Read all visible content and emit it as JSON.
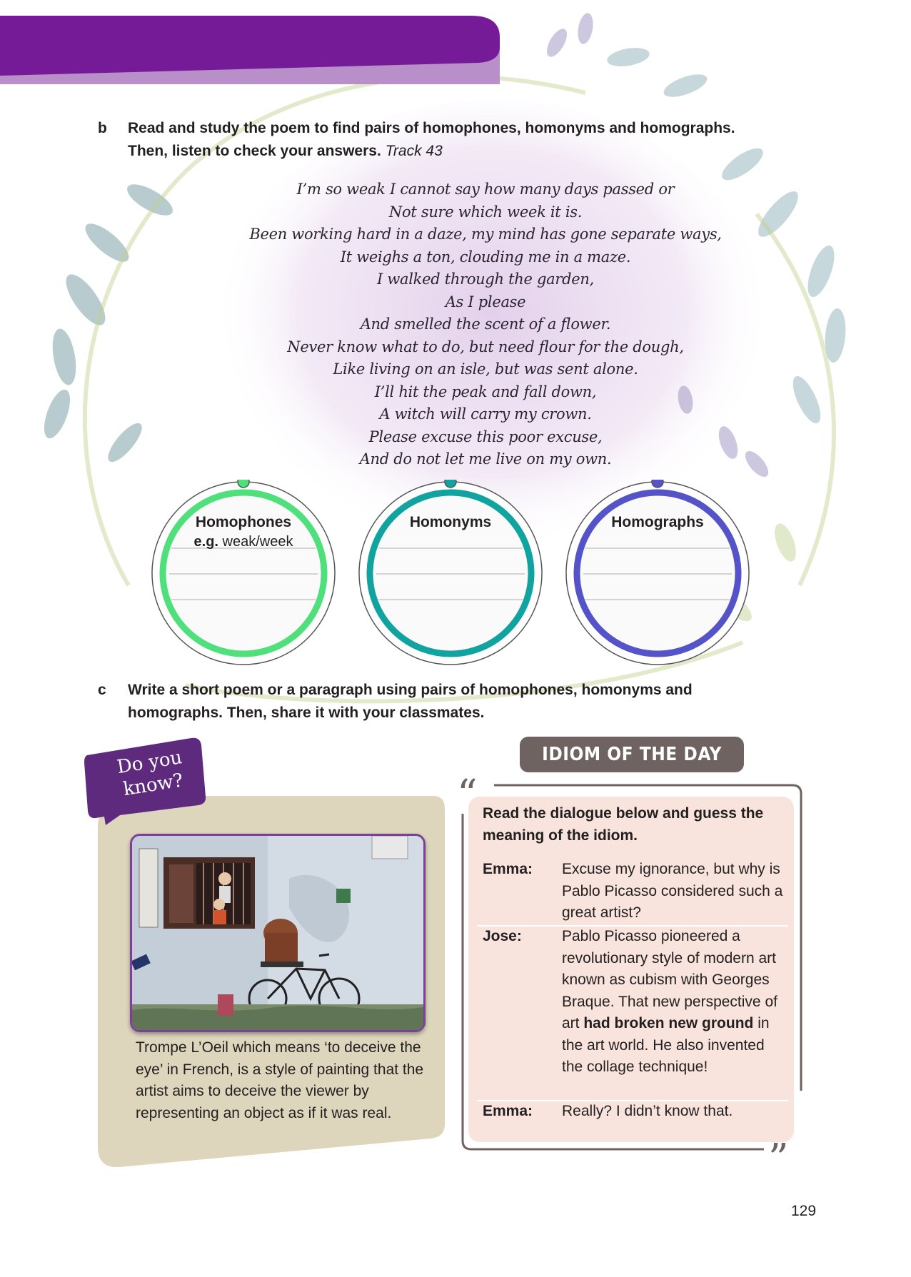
{
  "colors": {
    "banner_purple": "#761b97",
    "banner_lilac": "#b88fc9",
    "homophones_ring": "#4fe07c",
    "homonyms_ring": "#11a3a0",
    "homographs_ring": "#5454c8",
    "dyk_badge": "#5e2a7e",
    "dyk_panel": "#ddd6bd",
    "idiom_title_bg": "#6e6361",
    "idiom_card": "#f8e4dc"
  },
  "question_b": {
    "letter": "b",
    "line1": "Read and study the poem to find pairs of homophones, homonyms and homographs.",
    "line2": "Then, listen to check your answers.",
    "track": "Track 43"
  },
  "poem": {
    "lines": [
      "I’m so weak I cannot say how many days passed or",
      "Not sure which week it is.",
      "Been working hard in a daze, my mind has gone separate ways,",
      "It weighs a ton, clouding me in a maze.",
      "I walked through the garden,",
      "As I please",
      "And smelled the scent of a flower.",
      "Never know what to do, but need flour for the dough,",
      "Like living on an isle, but was sent alone.",
      "I’ll hit the peak and fall down,",
      "A witch will carry my crown.",
      "Please excuse this poor excuse,",
      "And do not let me live on my own."
    ]
  },
  "circles": {
    "homophones": {
      "title": "Homophones",
      "eg_prefix": "e.g.",
      "eg_value": "weak/week"
    },
    "homonyms": {
      "title": "Homonyms"
    },
    "homographs": {
      "title": "Homographs"
    }
  },
  "question_c": {
    "letter": "c",
    "line1": "Write a short poem or a paragraph using pairs of homophones, homonyms and",
    "line2": "homographs. Then, share it with your classmates."
  },
  "did_you_know": {
    "line1": "Do you",
    "line2": "know?",
    "caption": "Trompe L’Oeil which means ‘to deceive the eye’ in French, is a style of painting that the artist aims to deceive the viewer by representing an object as if it was real."
  },
  "idiom": {
    "title": "IDIOM OF THE DAY",
    "instruction": "Read the dialogue below and guess the meaning of the idiom.",
    "dialogue": [
      {
        "speaker": "Emma:",
        "text": "Excuse my ignorance, but why is Pablo Picasso considered such a great artist?"
      },
      {
        "speaker": "Jose:",
        "text_before": "Pablo Picasso pioneered a revolutionary style of modern art known as cubism with Georges Braque. That new perspective of art",
        "idiom_phrase": "had broken new ground",
        "text_after": "in the art world. He also invented the collage technique!"
      },
      {
        "speaker": "Emma:",
        "text": "Really? I didn’t know that."
      }
    ]
  },
  "page_number": "129"
}
